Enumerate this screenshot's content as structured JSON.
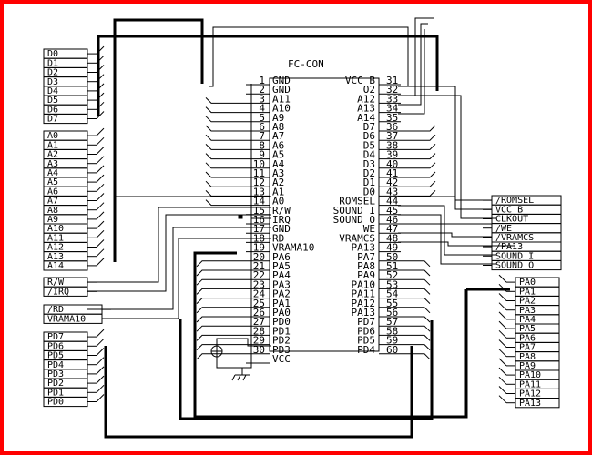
{
  "colors": {
    "border": "#ff0000",
    "wire": "#000000",
    "background": "#ffffff"
  },
  "connector": {
    "title": "FC-CON",
    "left_pins": [
      {
        "num": "1",
        "name": "GND"
      },
      {
        "num": "2",
        "name": "GND"
      },
      {
        "num": "3",
        "name": "A11"
      },
      {
        "num": "4",
        "name": "A10"
      },
      {
        "num": "5",
        "name": "A9"
      },
      {
        "num": "6",
        "name": "A8"
      },
      {
        "num": "7",
        "name": "A7"
      },
      {
        "num": "8",
        "name": "A6"
      },
      {
        "num": "9",
        "name": "A5"
      },
      {
        "num": "10",
        "name": "A4"
      },
      {
        "num": "11",
        "name": "A3"
      },
      {
        "num": "12",
        "name": "A2"
      },
      {
        "num": "13",
        "name": "A1"
      },
      {
        "num": "14",
        "name": "A0"
      },
      {
        "num": "15",
        "name": "R/W"
      },
      {
        "num": "16",
        "name": "IRQ"
      },
      {
        "num": "17",
        "name": "GND"
      },
      {
        "num": "18",
        "name": "RD"
      },
      {
        "num": "19",
        "name": "VRAMA10"
      },
      {
        "num": "20",
        "name": "PA6"
      },
      {
        "num": "21",
        "name": "PA5"
      },
      {
        "num": "22",
        "name": "PA4"
      },
      {
        "num": "23",
        "name": "PA3"
      },
      {
        "num": "24",
        "name": "PA2"
      },
      {
        "num": "25",
        "name": "PA1"
      },
      {
        "num": "26",
        "name": "PA0"
      },
      {
        "num": "27",
        "name": "PD0"
      },
      {
        "num": "28",
        "name": "PD1"
      },
      {
        "num": "29",
        "name": "PD2"
      },
      {
        "num": "30",
        "name": "PD3"
      },
      {
        "num": "",
        "name": "VCC"
      }
    ],
    "right_pins": [
      {
        "num": "31",
        "name": "VCC B"
      },
      {
        "num": "32",
        "name": "O2"
      },
      {
        "num": "33",
        "name": "A12"
      },
      {
        "num": "34",
        "name": "A13"
      },
      {
        "num": "35",
        "name": "A14"
      },
      {
        "num": "36",
        "name": "D7"
      },
      {
        "num": "37",
        "name": "D6"
      },
      {
        "num": "38",
        "name": "D5"
      },
      {
        "num": "39",
        "name": "D4"
      },
      {
        "num": "40",
        "name": "D3"
      },
      {
        "num": "41",
        "name": "D2"
      },
      {
        "num": "42",
        "name": "D1"
      },
      {
        "num": "43",
        "name": "D0"
      },
      {
        "num": "44",
        "name": "ROMSEL"
      },
      {
        "num": "45",
        "name": "SOUND I"
      },
      {
        "num": "46",
        "name": "SOUND O"
      },
      {
        "num": "47",
        "name": "WE"
      },
      {
        "num": "48",
        "name": "VRAMCS"
      },
      {
        "num": "49",
        "name": "PA13"
      },
      {
        "num": "50",
        "name": "PA7"
      },
      {
        "num": "51",
        "name": "PA8"
      },
      {
        "num": "52",
        "name": "PA9"
      },
      {
        "num": "53",
        "name": "PA10"
      },
      {
        "num": "54",
        "name": "PA11"
      },
      {
        "num": "55",
        "name": "PA12"
      },
      {
        "num": "56",
        "name": "PA13"
      },
      {
        "num": "57",
        "name": "PD7"
      },
      {
        "num": "58",
        "name": "PD6"
      },
      {
        "num": "59",
        "name": "PD5"
      },
      {
        "num": "60",
        "name": "PD4"
      }
    ]
  },
  "labels": {
    "data_bus": [
      "D0",
      "D1",
      "D2",
      "D3",
      "D4",
      "D5",
      "D6",
      "D7"
    ],
    "address_bus": [
      "A0",
      "A1",
      "A2",
      "A3",
      "A4",
      "A5",
      "A6",
      "A7",
      "A8",
      "A9",
      "A10",
      "A11",
      "A12",
      "A13",
      "A14"
    ],
    "control_left_a": [
      "R/W",
      "/IRQ"
    ],
    "control_left_b": [
      "/RD",
      "VRAMA10"
    ],
    "pd_bus": [
      "PD7",
      "PD6",
      "PD5",
      "PD4",
      "PD3",
      "PD2",
      "PD1",
      "PD0"
    ],
    "right_signals": [
      "/ROMSEL",
      "VCC B",
      "CLKOUT",
      "/WE",
      "/VRAMCS",
      "/PA13",
      "SOUND I",
      "SOUND O"
    ],
    "pa_bus": [
      "PA0",
      "PA1",
      "PA2",
      "PA3",
      "PA4",
      "PA5",
      "PA6",
      "PA7",
      "PA8",
      "PA9",
      "PA10",
      "PA11",
      "PA12",
      "PA13"
    ]
  }
}
